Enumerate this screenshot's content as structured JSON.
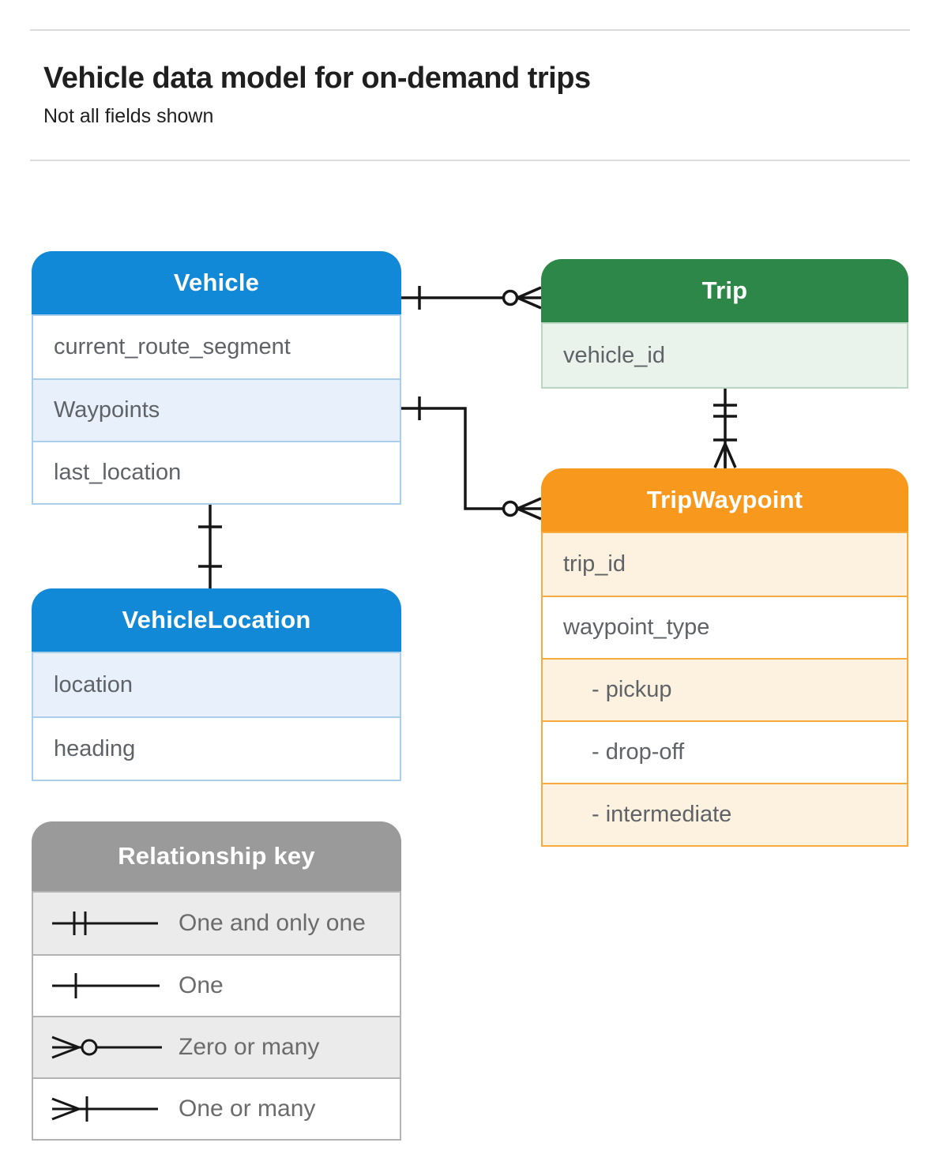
{
  "page": {
    "title": "Vehicle data model for on-demand trips",
    "subtitle": "Not all fields shown"
  },
  "colors": {
    "blue": "#1289d6",
    "blue-light": "#e8f1fb",
    "blue-border": "#a9cfec",
    "green": "#2d8748",
    "green-light": "#e9f3ec",
    "green-border": "#b9d7c1",
    "orange": "#f8991d",
    "orange-light": "#fdf2e0",
    "orange-border": "#f6ab3c",
    "gray": "#9a9a9a",
    "gray-light": "#ebebeb",
    "gray-border": "#b3b3b3",
    "text-dark": "#1f1f1f",
    "text-row": "#5f6368",
    "line": "#161616"
  },
  "entities": {
    "vehicle": {
      "title": "Vehicle",
      "rows": [
        "current_route_segment",
        "Waypoints",
        "last_location"
      ]
    },
    "trip": {
      "title": "Trip",
      "rows": [
        "vehicle_id"
      ]
    },
    "trip_waypoint": {
      "title": "TripWaypoint",
      "rows": [
        "trip_id",
        "waypoint_type",
        "- pickup",
        "- drop-off",
        "- intermediate"
      ]
    },
    "vehicle_location": {
      "title": "VehicleLocation",
      "rows": [
        "location",
        "heading"
      ]
    }
  },
  "legend": {
    "title": "Relationship key",
    "items": [
      {
        "symbol": "one-and-only-one-icon",
        "label": "One and only one"
      },
      {
        "symbol": "one-icon",
        "label": "One"
      },
      {
        "symbol": "zero-or-many-icon",
        "label": "Zero or many"
      },
      {
        "symbol": "one-or-many-icon",
        "label": "One or many"
      }
    ]
  },
  "relationships": [
    {
      "from": "Vehicle",
      "to": "Trip",
      "from_cardinality": "one",
      "to_cardinality": "zero-or-many"
    },
    {
      "from": "Vehicle.Waypoints",
      "to": "TripWaypoint",
      "from_cardinality": "one",
      "to_cardinality": "zero-or-many"
    },
    {
      "from": "Trip",
      "to": "TripWaypoint",
      "from_cardinality": "one-and-only-one",
      "to_cardinality": "one-or-many"
    },
    {
      "from": "Vehicle.last_location",
      "to": "VehicleLocation",
      "from_cardinality": "one",
      "to_cardinality": "one"
    }
  ]
}
